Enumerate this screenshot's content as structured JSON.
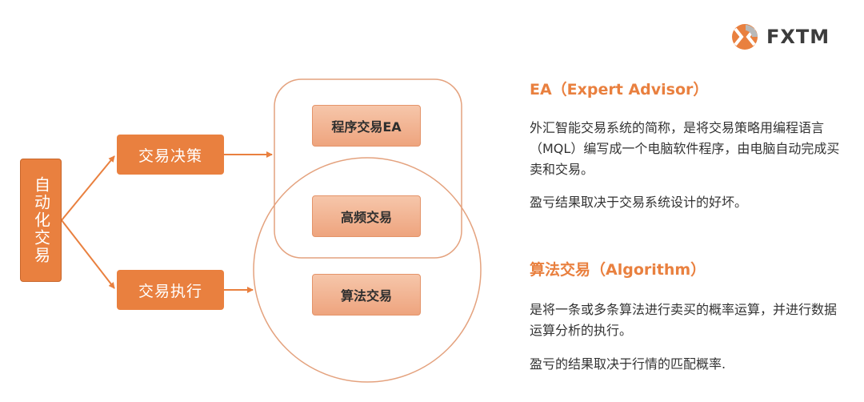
{
  "logo": {
    "text": "FXTM",
    "colors": {
      "orange": "#e9803f",
      "grey": "#b9b9b9",
      "text": "#3c3c3c"
    }
  },
  "diagram": {
    "root": {
      "label": "自动化交易"
    },
    "branches": [
      {
        "id": "decision",
        "label": "交易决策"
      },
      {
        "id": "execution",
        "label": "交易执行"
      }
    ],
    "leaves": [
      {
        "id": "ea",
        "label": "程序交易EA"
      },
      {
        "id": "hft",
        "label": "高频交易"
      },
      {
        "id": "algo",
        "label": "算法交易"
      }
    ],
    "groups": [
      {
        "id": "decision-group",
        "shape": "rounded-rectangle",
        "contains": [
          "ea",
          "hft"
        ]
      },
      {
        "id": "execution-group",
        "shape": "circle",
        "contains": [
          "hft",
          "algo"
        ]
      }
    ],
    "edges": [
      {
        "from": "root",
        "to": "decision"
      },
      {
        "from": "root",
        "to": "execution"
      },
      {
        "from": "decision",
        "to": "decision-group"
      },
      {
        "from": "execution",
        "to": "execution-group"
      }
    ],
    "colors": {
      "primary": "#e9803f",
      "leaf_fill": "#f2b493",
      "outline": "#e4a27e"
    }
  },
  "sections": {
    "ea": {
      "title": "EA（Expert Advisor）",
      "paragraph1": "外汇智能交易系统的简称，是将交易策略用编程语言（MQL）编写成一个电脑软件程序，由电脑自动完成买卖和交易。",
      "paragraph2": "盈亏结果取决于交易系统设计的好坏。"
    },
    "algo": {
      "title": "算法交易（Algorithm）",
      "paragraph1": "是将一条或多条算法进行卖买的概率运算，并进行数据运算分析的执行。",
      "paragraph2": "盈亏的结果取决于行情的匹配概率."
    }
  }
}
